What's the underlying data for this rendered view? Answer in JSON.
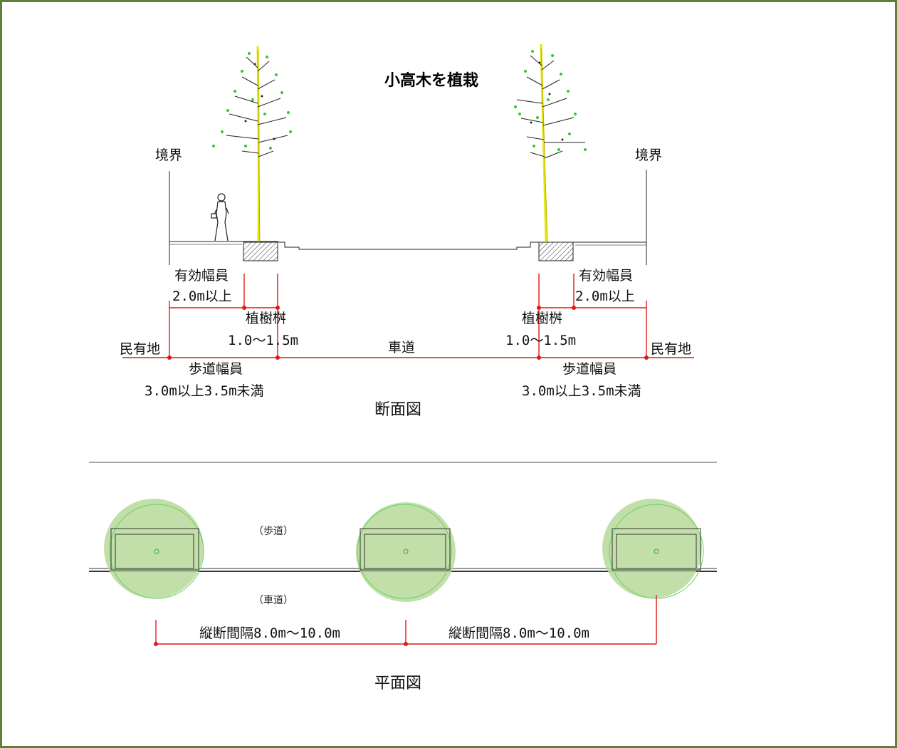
{
  "section": {
    "title": "小高木を植栽",
    "boundary_left": "境界",
    "boundary_right": "境界",
    "effective_width_label_left": "有効幅員",
    "effective_width_value_left": "2.0m以上",
    "effective_width_label_right": "有効幅員",
    "effective_width_value_right": "2.0m以上",
    "planter_label_left": "植樹桝",
    "planter_value_left": "1.0～1.5m",
    "planter_label_right": "植樹桝",
    "planter_value_right": "1.0～1.5m",
    "private_land_left": "民有地",
    "private_land_right": "民有地",
    "roadway": "車道",
    "sidewalk_label_left": "歩道幅員",
    "sidewalk_value_left": "3.0m以上3.5m未満",
    "sidewalk_label_right": "歩道幅員",
    "sidewalk_value_right": "3.0m以上3.5m未満",
    "caption": "断面図"
  },
  "plan": {
    "sidewalk": "（歩道）",
    "roadway": "（車道）",
    "spacing_left": "縦断間隔8.0m～10.0m",
    "spacing_right": "縦断間隔8.0m～10.0m",
    "caption": "平面図"
  },
  "colors": {
    "frame": "#5f7f3a",
    "dimension": "#e01818",
    "canopy": "#b9d99a",
    "trunk": "#e6e600"
  }
}
